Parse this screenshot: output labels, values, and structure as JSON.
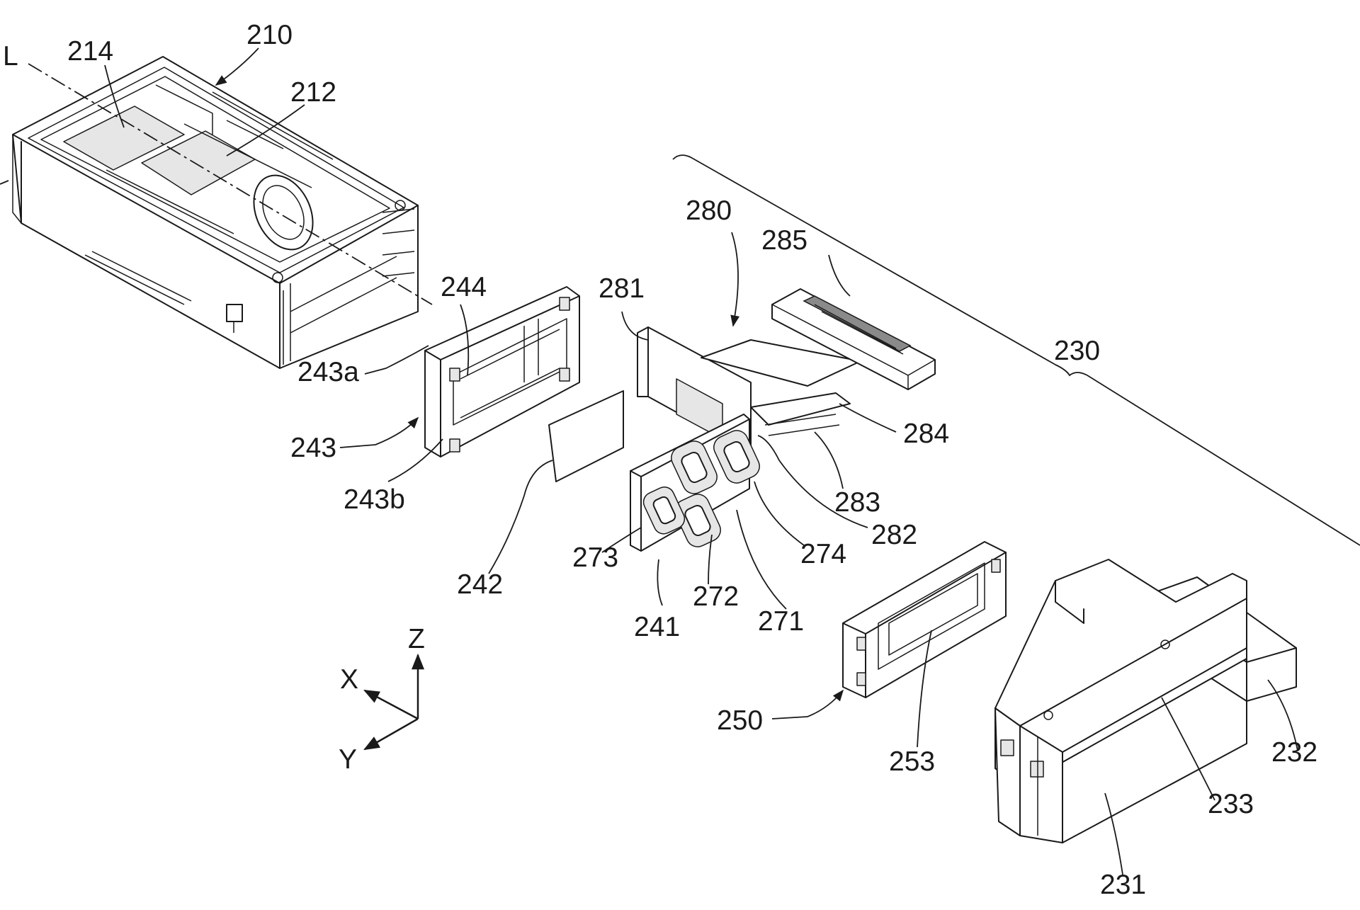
{
  "labels": {
    "l210": "210",
    "l214": "214",
    "l212": "212",
    "lL": "L",
    "l244": "244",
    "l243a": "243a",
    "l243": "243",
    "l243b": "243b",
    "l242": "242",
    "l280": "280",
    "l281": "281",
    "l285": "285",
    "l230": "230",
    "l284": "284",
    "l283": "283",
    "l282": "282",
    "l274": "274",
    "l273": "273",
    "l272": "272",
    "l271": "271",
    "l241": "241",
    "l250": "250",
    "l253": "253",
    "l232": "232",
    "l233": "233",
    "l231": "231"
  },
  "axes": {
    "z": "Z",
    "x": "X",
    "y": "Y"
  }
}
